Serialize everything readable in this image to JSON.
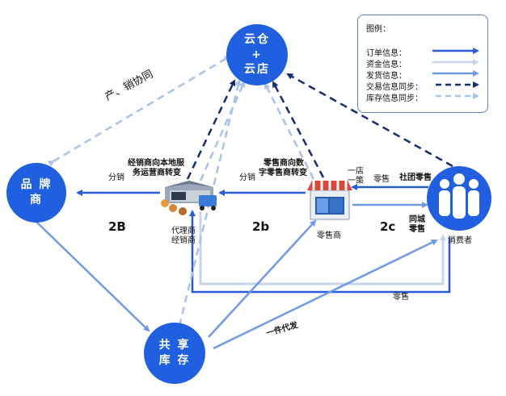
{
  "nodes": {
    "cloud": {
      "line1": "云仓",
      "line2": "+",
      "line3": "云店"
    },
    "brand": {
      "line1": "品 牌",
      "line2": "商"
    },
    "shared": {
      "line1": "共 享",
      "line2": "库 存"
    }
  },
  "icons": {
    "agent_caption_1": "代理商",
    "agent_caption_2": "经销商",
    "retailer_caption": "零售商",
    "consumer_caption": "消费者"
  },
  "labels": {
    "prod_sales": "产、销协同",
    "agent_service_1": "经销商向本地服",
    "agent_service_2": "务运营商转变",
    "retail_digital_1": "零售商向数",
    "retail_digital_2": "字零售商转变",
    "distribution_left": "分销",
    "distribution_mid": "分销",
    "one_store_1": "一店",
    "one_store_2": "一策",
    "retail_top": "零售",
    "community_retail": "社团零售",
    "same_city_1": "同城",
    "same_city_2": "零售",
    "retail_bottom": "零售",
    "dropship": "一件代发",
    "seg_2b": "2B",
    "seg_2b_lower": "2b",
    "seg_2c": "2c"
  },
  "legend": {
    "title": "图例：",
    "items": [
      {
        "label": "订单信息：",
        "color": "#2a5bd7",
        "style": "solid"
      },
      {
        "label": "资金信息：",
        "color": "#c8d4ec",
        "style": "solid"
      },
      {
        "label": "发货信息：",
        "color": "#6f9be6",
        "style": "solid"
      },
      {
        "label": "交易信息同步：",
        "color": "#152c6e",
        "style": "dashed"
      },
      {
        "label": "库存信息同步：",
        "color": "#a9c2ea",
        "style": "dashed"
      }
    ]
  },
  "colors": {
    "node_blue": "#1f5fe0",
    "order": "#2a5bd7",
    "funds": "#c8d4ec",
    "shipping": "#6f9be6",
    "trade_sync": "#152c6e",
    "stock_sync": "#a9c2ea"
  }
}
